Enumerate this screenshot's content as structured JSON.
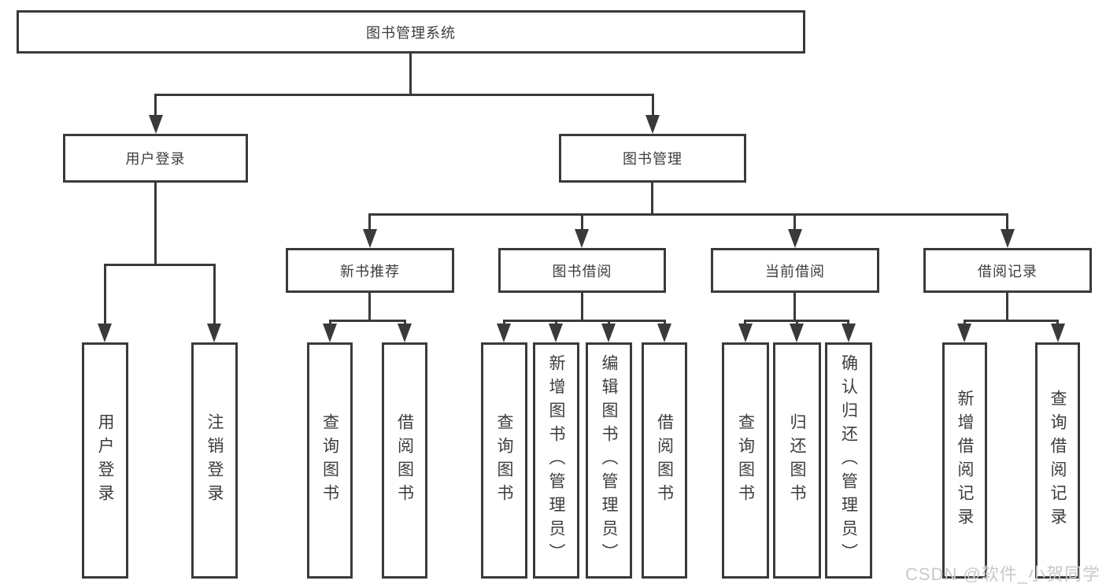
{
  "tree": {
    "root": "图书管理系统",
    "children": [
      {
        "label": "用户登录",
        "children": [
          {
            "label": "用户登录"
          },
          {
            "label": "注销登录"
          }
        ]
      },
      {
        "label": "图书管理",
        "children": [
          {
            "label": "新书推荐",
            "children": [
              {
                "label": "查询图书"
              },
              {
                "label": "借阅图书"
              }
            ]
          },
          {
            "label": "图书借阅",
            "children": [
              {
                "label": "查询图书"
              },
              {
                "label": "新增图书（管理员）"
              },
              {
                "label": "编辑图书（管理员）"
              },
              {
                "label": "借阅图书"
              }
            ]
          },
          {
            "label": "当前借阅",
            "children": [
              {
                "label": "查询图书"
              },
              {
                "label": "归还图书"
              },
              {
                "label": "确认归还（管理员）"
              }
            ]
          },
          {
            "label": "借阅记录",
            "children": [
              {
                "label": "新增借阅记录"
              },
              {
                "label": "查询借阅记录"
              }
            ]
          }
        ]
      }
    ]
  },
  "watermark": "CSDN @软件_小贺同学",
  "colors": {
    "line": "#3a3a3a",
    "text": "#3d3d3d",
    "watermark": "#c9c9c9",
    "background": "#ffffff"
  }
}
